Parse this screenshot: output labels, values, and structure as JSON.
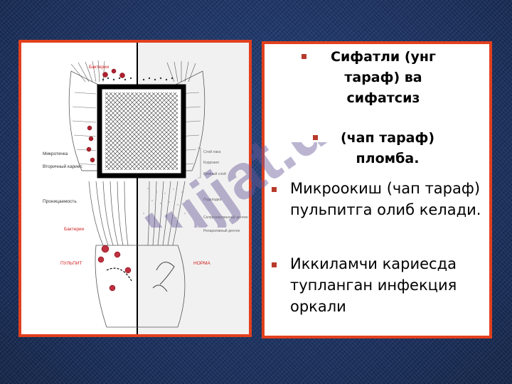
{
  "figure": {
    "labels": {
      "bacteria_top": "Бактерии",
      "microleak": "Микротечка",
      "secondary_caries": "Вторичный кариес",
      "permeability": "Проницаемость",
      "bacteria_mid": "Бактерии",
      "pulpitis": "ПУЛЬПИТ",
      "norma": "НОРМА",
      "right_label_1": "Слой лака",
      "right_label_2": "Коррозия",
      "right_label_3": "Грязный слой",
      "right_label_4": "Подкладка",
      "right_label_5": "Склерозированный дентин",
      "right_label_6": "Репаративный дентин"
    }
  },
  "text": {
    "bullet1": "Сифатли (унг тараф) ва сифатсиз",
    "bullet2": "(чап тараф) пломба.",
    "bullet3": " Микроокиш (чап тараф) пульпитга олиб келади.",
    "bullet4": "Иккиламчи кариесда тупланган инфекция оркали"
  },
  "watermark": "Hujjat.uz",
  "colors": {
    "frame": "#e2401e",
    "bullet": "#b73a2b",
    "background": "#1d3466"
  }
}
